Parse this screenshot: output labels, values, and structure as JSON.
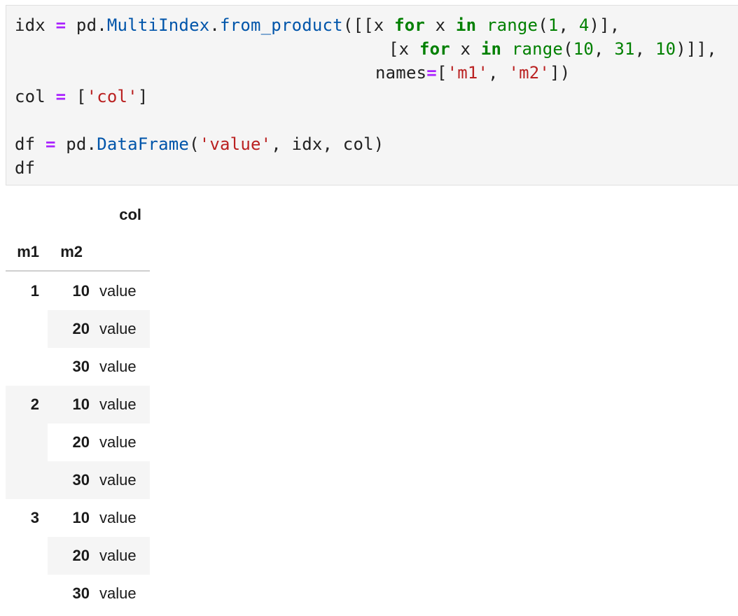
{
  "code": {
    "l1": {
      "t1": "idx ",
      "t2": "=",
      "t3": " pd.",
      "t4": "MultiIndex",
      "t5": ".",
      "t6": "from_product",
      "t7": "([[x ",
      "t8": "for",
      "t9": " x ",
      "t10": "in",
      "t11": " ",
      "t12": "range",
      "t13": "(",
      "t14": "1",
      "t15": ", ",
      "t16": "4",
      "t17": ")],"
    },
    "l2": {
      "t1": "[x ",
      "t2": "for",
      "t3": " x ",
      "t4": "in",
      "t5": " ",
      "t6": "range",
      "t7": "(",
      "t8": "10",
      "t9": ", ",
      "t10": "31",
      "t11": ", ",
      "t12": "10",
      "t13": ")]],"
    },
    "l3": {
      "t1": "names",
      "t2": "=",
      "t3": "[",
      "t4": "'m1'",
      "t5": ", ",
      "t6": "'m2'",
      "t7": "])"
    },
    "l4": {
      "t1": "col ",
      "t2": "=",
      "t3": " [",
      "t4": "'col'",
      "t5": "]"
    },
    "l5": {
      "t1": "df ",
      "t2": "=",
      "t3": " pd.",
      "t4": "DataFrame",
      "t5": "(",
      "t6": "'value'",
      "t7": ", idx, col)"
    },
    "l6": {
      "t1": "df"
    }
  },
  "table": {
    "column_header": "col",
    "index_names": [
      "m1",
      "m2"
    ],
    "rows": [
      {
        "m1": "1",
        "m2": "10",
        "col": "value"
      },
      {
        "m1": "",
        "m2": "20",
        "col": "value"
      },
      {
        "m1": "",
        "m2": "30",
        "col": "value"
      },
      {
        "m1": "2",
        "m2": "10",
        "col": "value"
      },
      {
        "m1": "",
        "m2": "20",
        "col": "value"
      },
      {
        "m1": "",
        "m2": "30",
        "col": "value"
      },
      {
        "m1": "3",
        "m2": "10",
        "col": "value"
      },
      {
        "m1": "",
        "m2": "20",
        "col": "value"
      },
      {
        "m1": "",
        "m2": "30",
        "col": "value"
      }
    ]
  }
}
